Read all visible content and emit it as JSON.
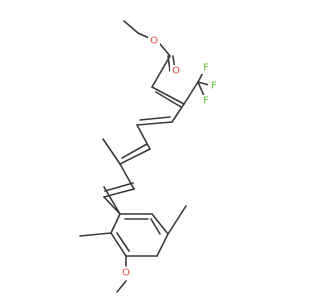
{
  "molecule": {
    "labels": {
      "O1": {
        "text": "O",
        "color": "#e8463b"
      },
      "O2": {
        "text": "O",
        "color": "#e8463b"
      },
      "O3": {
        "text": "O",
        "color": "#e8463b"
      },
      "F1": {
        "text": "F",
        "color": "#5bc236"
      },
      "F2": {
        "text": "F",
        "color": "#5bc236"
      },
      "F3": {
        "text": "F",
        "color": "#5bc236"
      }
    },
    "colors": {
      "bond": "#3a3a3a",
      "oxygen": "#e8463b",
      "fluorine": "#5bc236",
      "background": "#ffffff"
    }
  }
}
